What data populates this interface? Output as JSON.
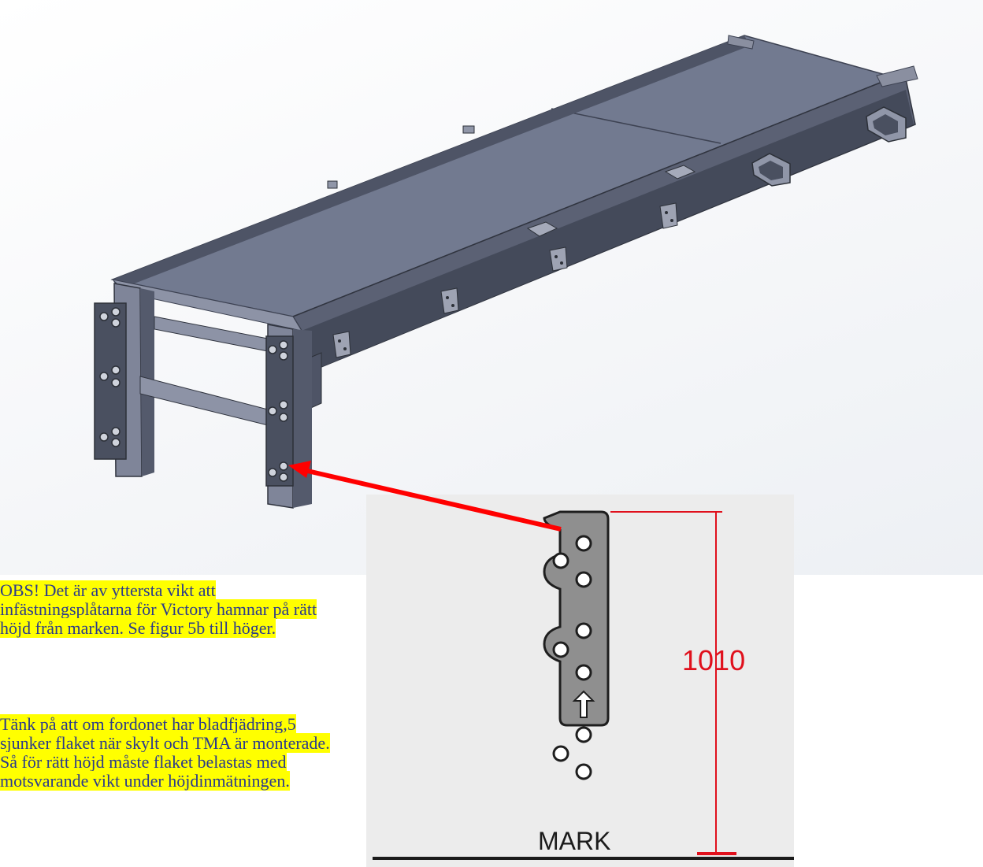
{
  "figure": {
    "detail": {
      "dimension_value": "1010",
      "ground_label": "MARK"
    }
  },
  "notes": [
    "OBS! Det är av yttersta vikt att infästningsplåtarna för Victory hamnar på rätt höjd från marken. Se figur 5b till höger.",
    "Tänk på att om fordonet har bladfjädring,5 sjunker flaket när skylt och TMA är monterade. Så för rätt höjd måste flaket belastas med motsvarande vikt under höjdinmätningen."
  ],
  "colors": {
    "highlight": "#ffff00",
    "note_text": "#2b3a8c",
    "dimension": "#e0101c",
    "arrow": "#ff0000",
    "steel": "#5f6578"
  }
}
